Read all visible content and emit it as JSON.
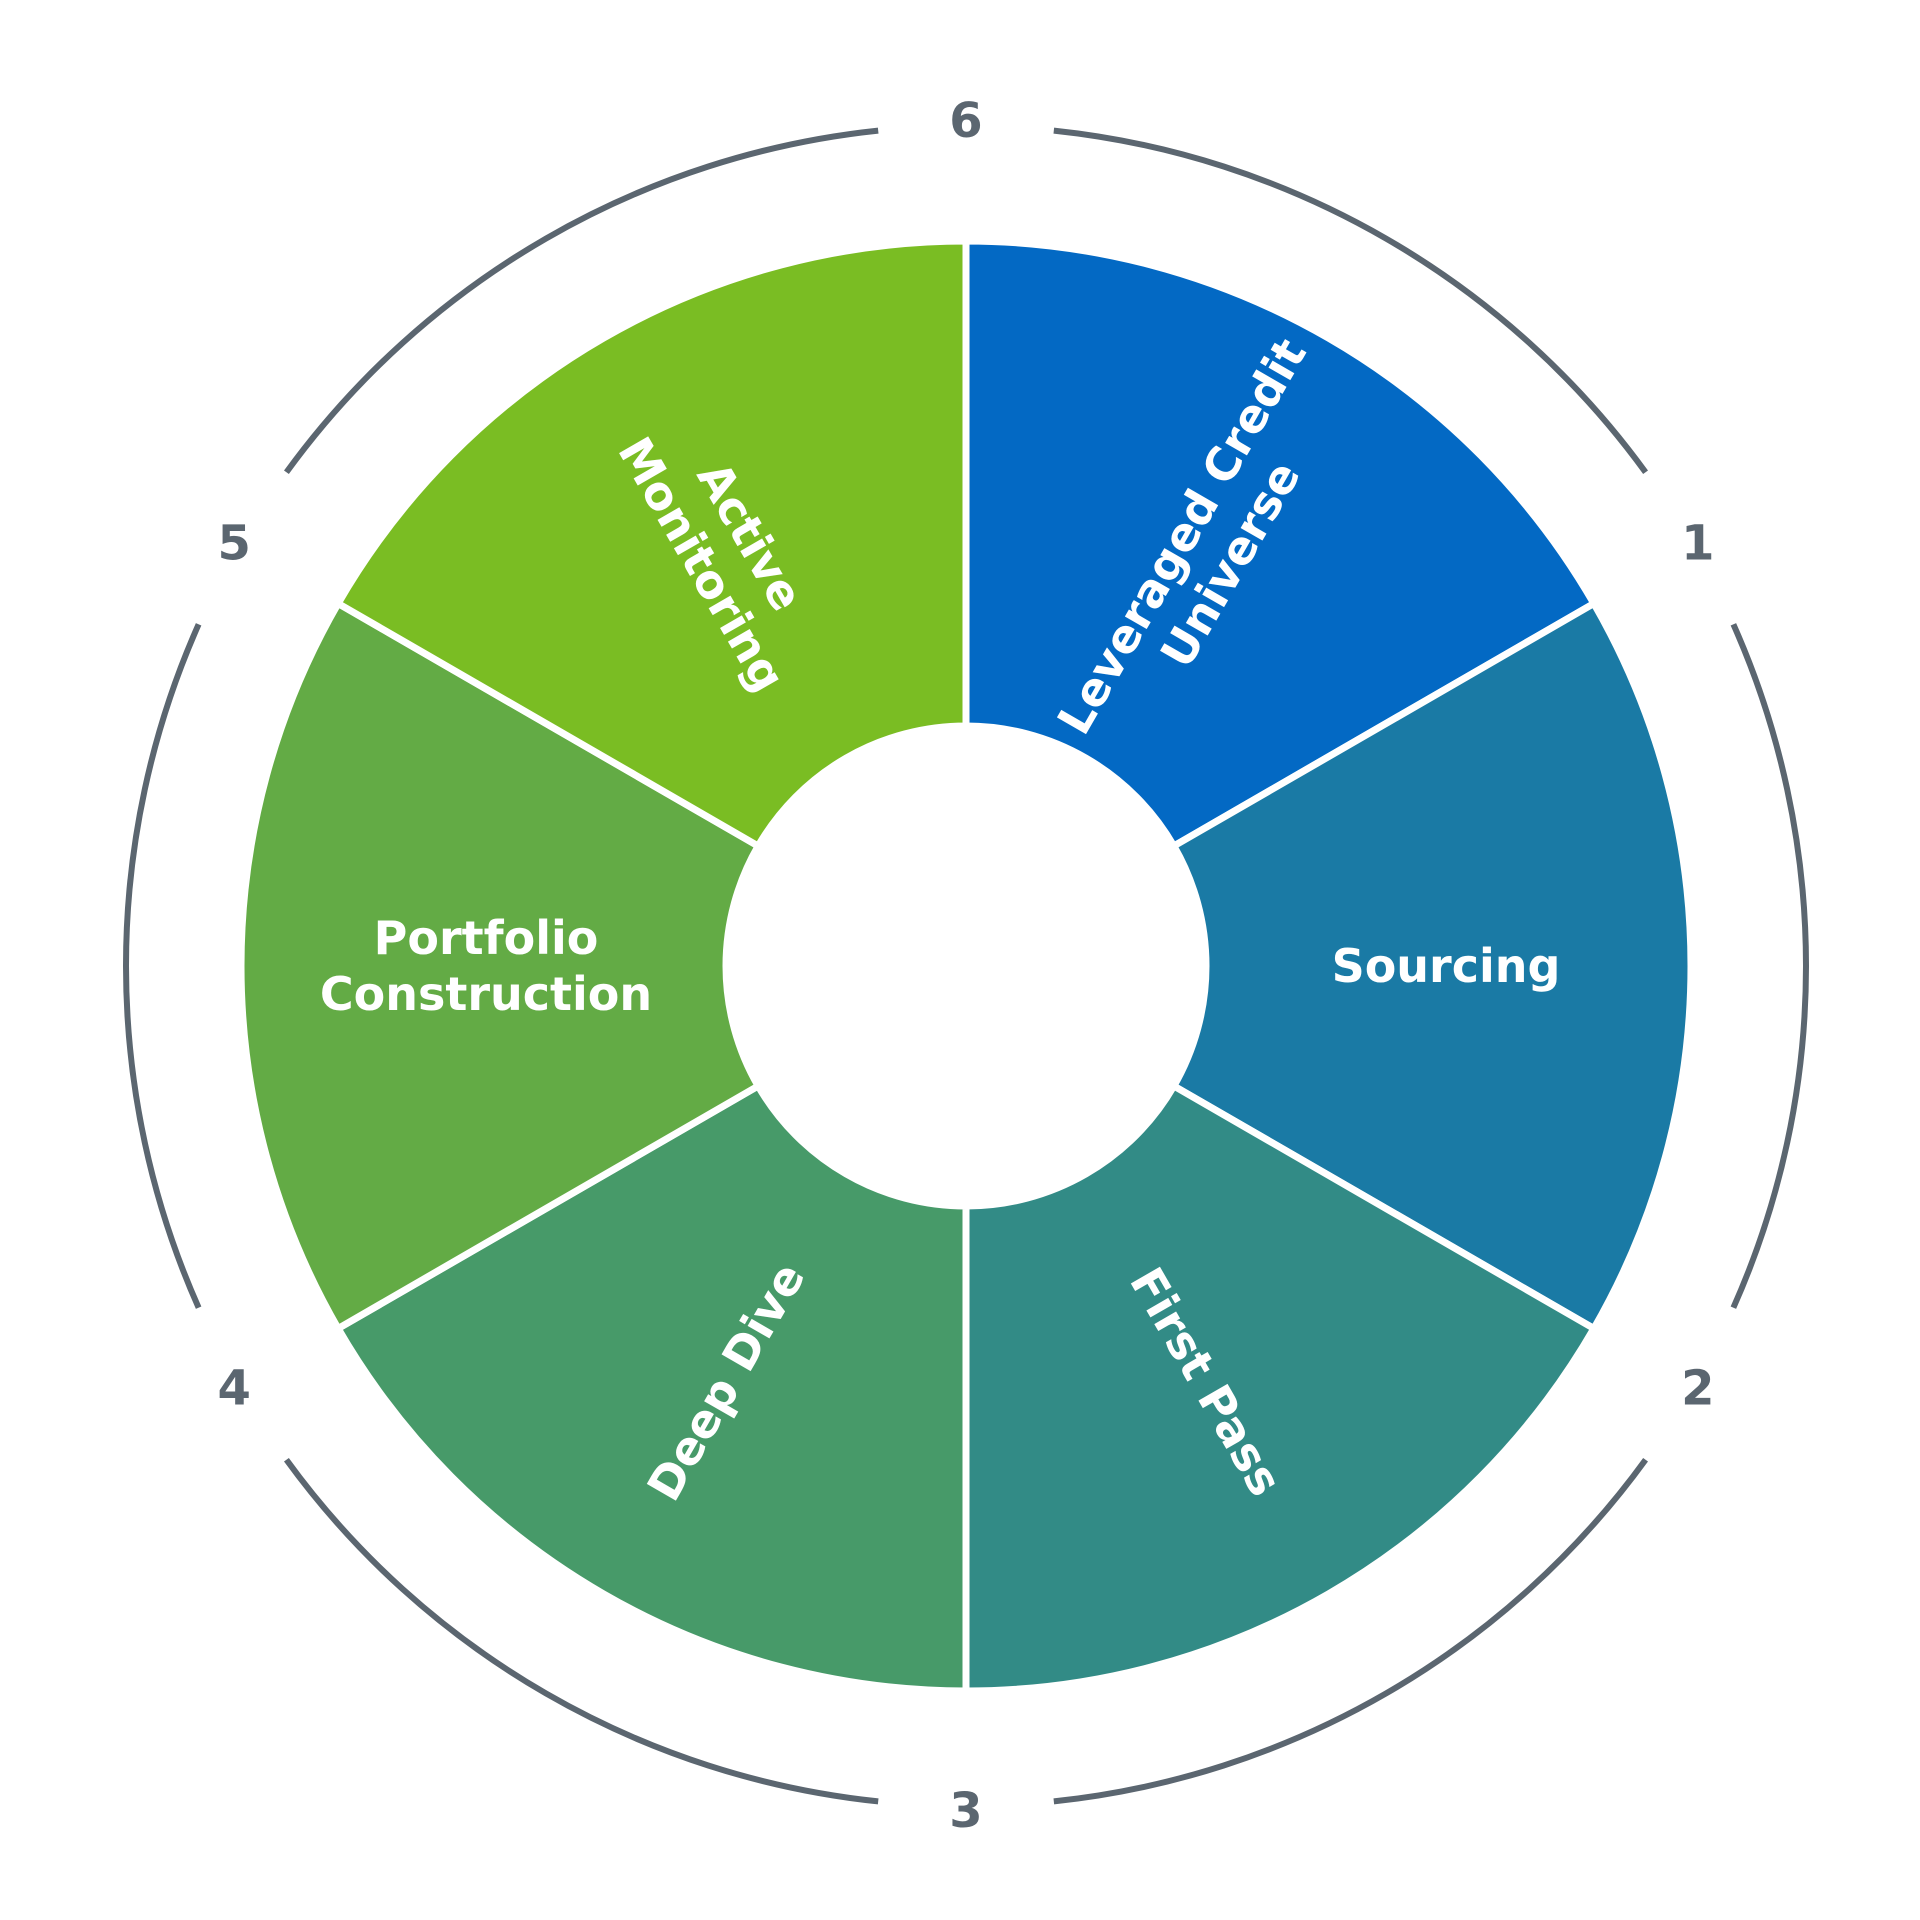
{
  "diagram": {
    "segments": [
      {
        "number": "1",
        "label_lines": [
          "Leveraged Credit",
          "Universe"
        ],
        "color": "#0369c4"
      },
      {
        "number": "2",
        "label_lines": [
          "Sourcing"
        ],
        "color": "#1a7aa5"
      },
      {
        "number": "3",
        "label_lines": [
          "First Pass"
        ],
        "color": "#328b86"
      },
      {
        "number": "4",
        "label_lines": [
          "Deep Dive"
        ],
        "color": "#479a69"
      },
      {
        "number": "5",
        "label_lines": [
          "Portfolio",
          "Construction"
        ],
        "color": "#63ab45"
      },
      {
        "number": "6",
        "label_lines": [
          "Active",
          "Monitoring"
        ],
        "color": "#7abd23"
      }
    ],
    "ring_color": "#5b6670"
  }
}
